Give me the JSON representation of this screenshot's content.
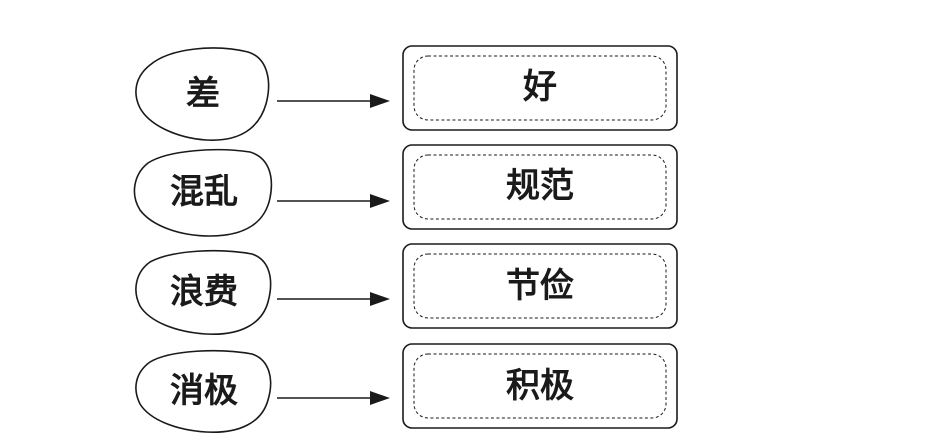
{
  "pairs": [
    {
      "from": "差",
      "to": "好"
    },
    {
      "from": "混乱",
      "to": "规范"
    },
    {
      "from": "浪费",
      "to": "节俭"
    },
    {
      "from": "消极",
      "to": "积极"
    }
  ],
  "colors": {
    "stroke": "#1a1a1a",
    "text": "#1a1a1a",
    "background": "#ffffff"
  }
}
